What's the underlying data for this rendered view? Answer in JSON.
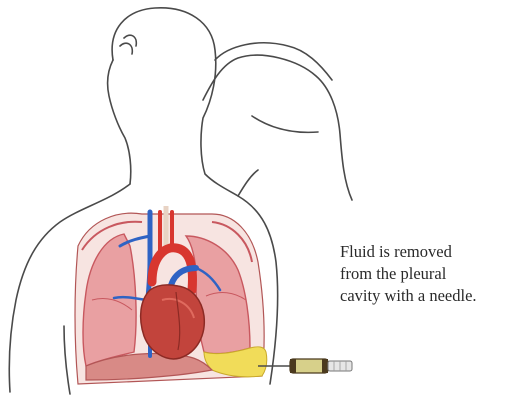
{
  "caption": {
    "lines": [
      "Fluid is removed",
      "from the pleural",
      "cavity with a needle."
    ]
  },
  "colors": {
    "outline": "#4a4a4a",
    "lung": "#e9a0a2",
    "lung_edge": "#c8585f",
    "heart": "#c2443c",
    "heart_dark": "#8c2a24",
    "artery": "#d8362f",
    "vein": "#2f63c4",
    "pleural_fluid": "#f1dc59",
    "chest_cavity": "#f7e4e1",
    "syringe_barrel": "#d7d08a",
    "syringe_band": "#4b3a1e"
  },
  "figure_parts": [
    "body-outline",
    "raised-arm",
    "left-lung",
    "right-lung",
    "heart",
    "aorta",
    "superior-vena-cava",
    "diaphragm",
    "pleural-fluid",
    "syringe-needle"
  ]
}
